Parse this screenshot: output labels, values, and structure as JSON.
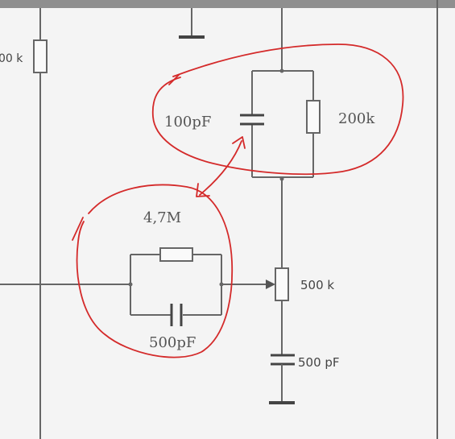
{
  "labels": {
    "r_left_partial": "00 k",
    "c_top": "100pF",
    "r_top": "200k",
    "r_mid": "4,7M",
    "c_mid": "500pF",
    "pot": "500 k",
    "c_bottom": "500 pF"
  },
  "colors": {
    "wire": "#666666",
    "annotation": "#d42a2a",
    "background": "#f4f4f4",
    "top_bar": "#8f8f8f"
  }
}
